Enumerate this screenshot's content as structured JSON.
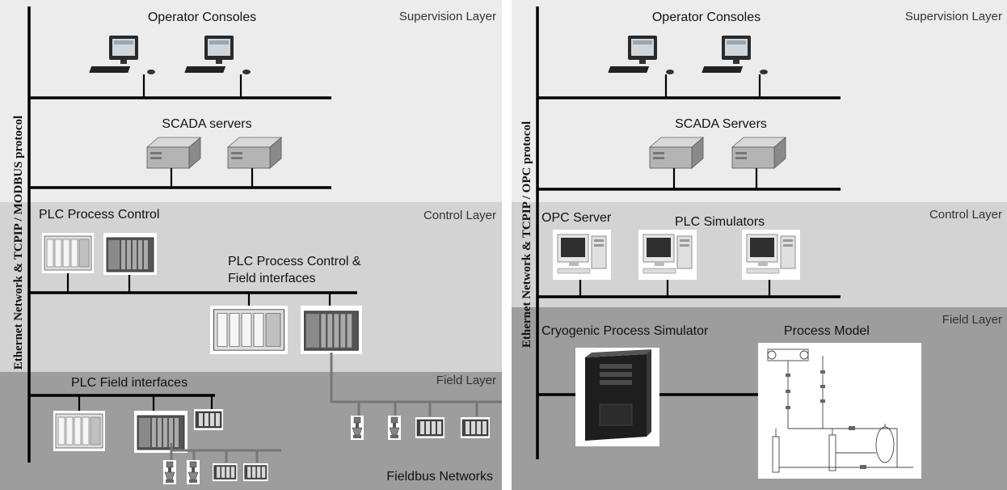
{
  "left_panel": {
    "vertical_label": "Ethernet Network  &  TCPIP / MODBUS protocol",
    "supervision_layer": "Supervision Layer",
    "control_layer": "Control Layer",
    "field_layer": "Field Layer",
    "operator_consoles": "Operator Consoles",
    "scada_servers": "SCADA servers",
    "plc_process_control": "PLC Process Control",
    "plc_process_control_field_1": "PLC Process Control &",
    "plc_process_control_field_2": "Field interfaces",
    "plc_field_interfaces": "PLC Field interfaces",
    "fieldbus_networks": "Fieldbus Networks"
  },
  "right_panel": {
    "vertical_label": "Ethernet Network  &  TCPIP / OPC protocol",
    "supervision_layer": "Supervision Layer",
    "control_layer": "Control Layer",
    "field_layer": "Field Layer",
    "operator_consoles": "Operator Consoles",
    "scada_servers": "SCADA Servers",
    "opc_server": "OPC Server",
    "plc_simulators": "PLC Simulators",
    "cryogenic_process_simulator": "Cryogenic Process Simulator",
    "process_model": "Process Model"
  },
  "colors": {
    "supervision_bg": "#ececec",
    "control_bg": "#d3d3d3",
    "field_bg": "#9d9d9d"
  }
}
